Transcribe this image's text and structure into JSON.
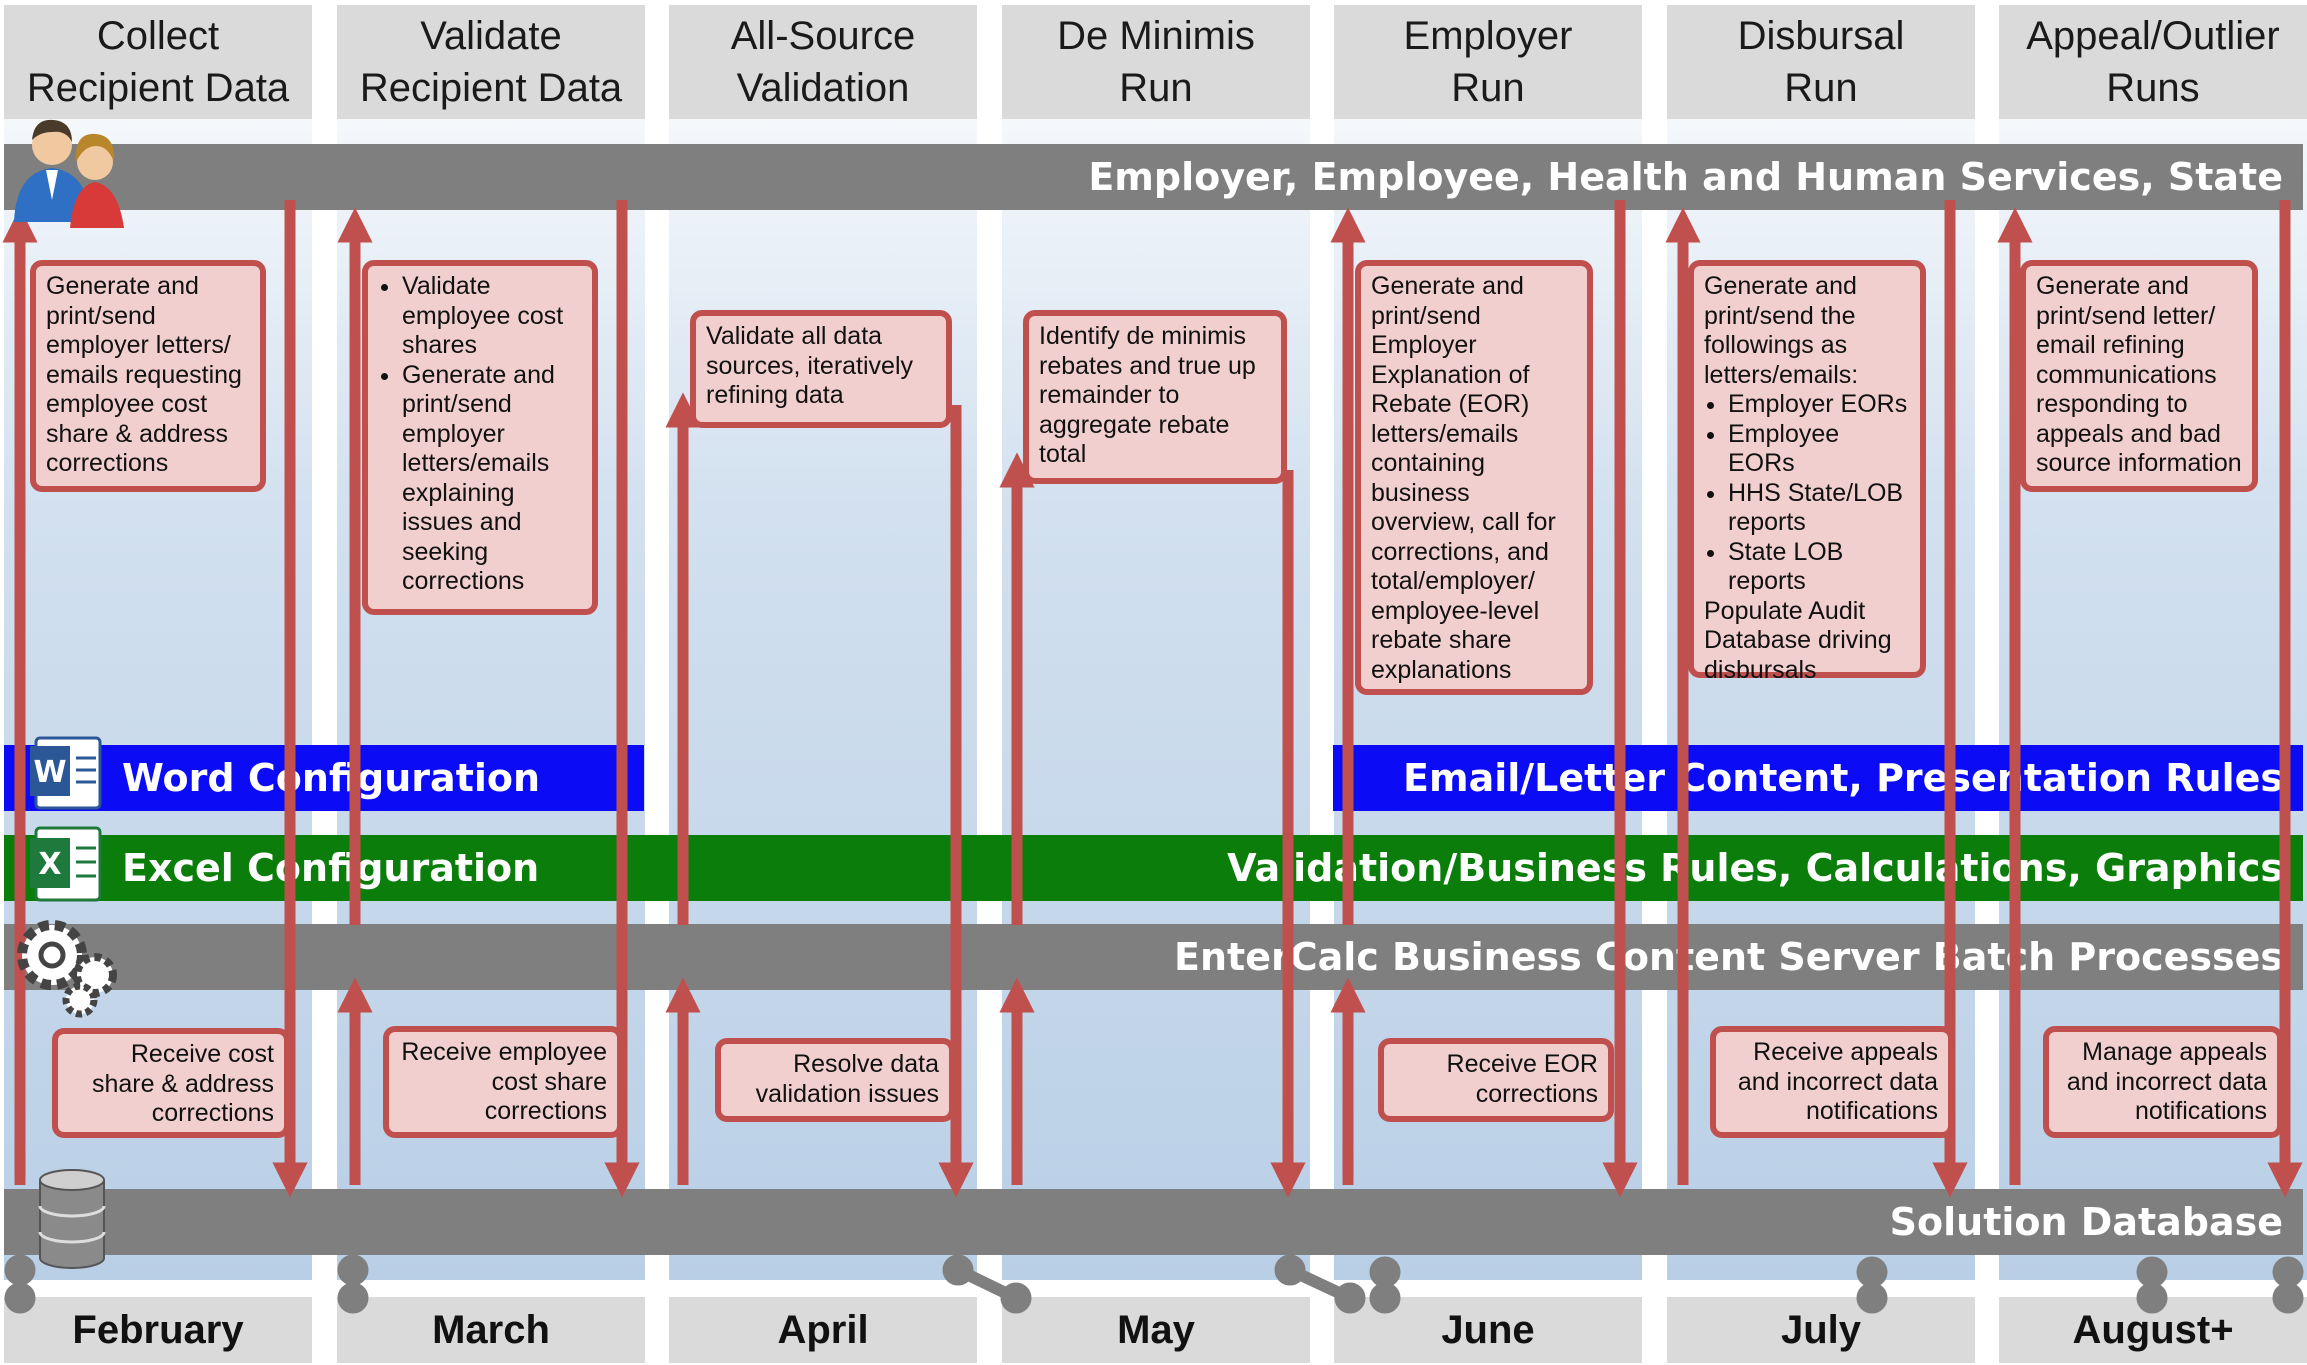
{
  "phases": [
    {
      "title_line1": "Collect",
      "title_line2": "Recipient Data",
      "month": "February"
    },
    {
      "title_line1": "Validate",
      "title_line2": "Recipient Data",
      "month": "March"
    },
    {
      "title_line1": "All-Source",
      "title_line2": "Validation",
      "month": "April"
    },
    {
      "title_line1": "De Minimis",
      "title_line2": "Run",
      "month": "May"
    },
    {
      "title_line1": "Employer",
      "title_line2": "Run",
      "month": "June"
    },
    {
      "title_line1": "Disbursal",
      "title_line2": "Run",
      "month": "July"
    },
    {
      "title_line1": "Appeal/Outlier",
      "title_line2": "Runs",
      "month": "August+"
    }
  ],
  "bands": {
    "stakeholders": {
      "label": "Employer, Employee, Health and Human Services, State",
      "icon": "people-icon",
      "color": "#7f7f7f"
    },
    "word": {
      "label_left": "Word Configuration",
      "label_right": "Email/Letter Content, Presentation Rules",
      "icon": "word-icon",
      "color": "#0b0bf5"
    },
    "excel": {
      "label_left": "Excel Configuration",
      "label_right": "Validation/Business Rules, Calculations, Graphics",
      "icon": "excel-icon",
      "color": "#0a7d0a"
    },
    "server": {
      "label": "EnterCalc Business Content Server Batch Processes",
      "icon": "gears-icon",
      "color": "#7f7f7f"
    },
    "database": {
      "label": "Solution Database",
      "icon": "database-icon",
      "color": "#7f7f7f"
    }
  },
  "top_boxes": {
    "collect": "Generate and print/send employer letters/ emails requesting employee cost share & address corrections",
    "validate_items": [
      "Validate employee cost shares",
      "Generate and print/send employer letters/emails explaining issues and seeking corrections"
    ],
    "allsource": "Validate all data sources, iteratively refining data",
    "deminimis": "Identify de minimis rebates and true up remainder to aggregate rebate total",
    "employer": "Generate and print/send Employer Explanation of Rebate (EOR) letters/emails containing business overview, call for corrections, and total/employer/ employee-level rebate share explanations",
    "disbursal_intro": "Generate and print/send the followings as letters/emails:",
    "disbursal_items": [
      "Employer EORs",
      "Employee EORs",
      "HHS State/LOB reports",
      "State LOB reports"
    ],
    "disbursal_outro": "Populate Audit Database driving disbursals",
    "appeal": "Generate and print/send letter/ email refining communications responding to appeals and bad source information"
  },
  "bottom_boxes": {
    "collect": "Receive cost share & address corrections",
    "validate": "Receive employee cost share corrections",
    "allsource": "Resolve data validation issues",
    "employer": "Receive EOR corrections",
    "disbursal": "Receive appeals and incorrect data notifications",
    "appeal": "Manage appeals and incorrect data notifications"
  }
}
